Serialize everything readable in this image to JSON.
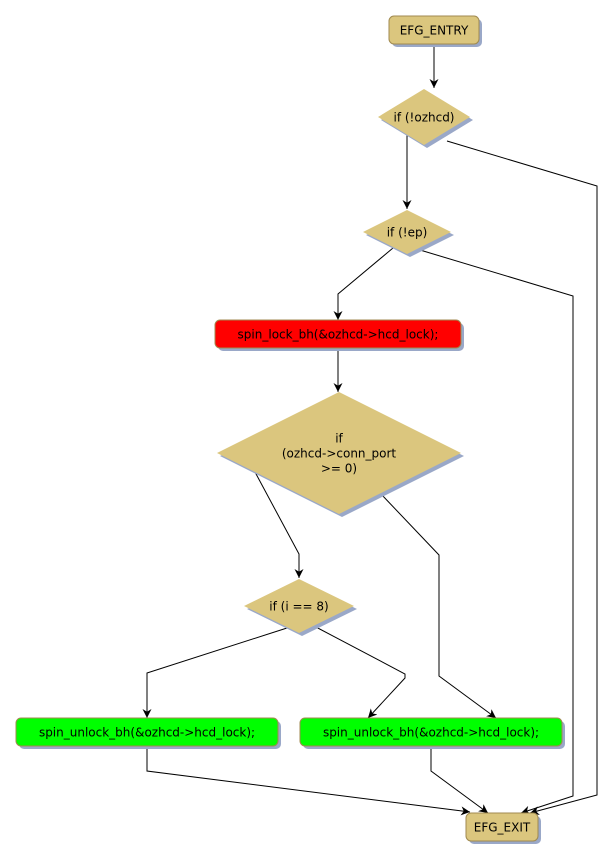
{
  "diagram": {
    "type": "control-flow-graph",
    "colors": {
      "terminal": "#dbc67e",
      "decision": "#dbc67e",
      "lock": "#ff0000",
      "unlock": "#00ff00",
      "edge": "#000000",
      "shadow": "#9aa8c8"
    },
    "nodes": [
      {
        "id": "entry",
        "kind": "terminal",
        "lines": [
          "EFG_ENTRY"
        ]
      },
      {
        "id": "if_ozhcd",
        "kind": "decision",
        "lines": [
          "if (!ozhcd)"
        ]
      },
      {
        "id": "if_ep",
        "kind": "decision",
        "lines": [
          "if (!ep)"
        ]
      },
      {
        "id": "spin_lock",
        "kind": "lock",
        "lines": [
          "spin_lock_bh(&ozhcd->hcd_lock);"
        ]
      },
      {
        "id": "if_conn_port",
        "kind": "decision",
        "lines": [
          "if",
          "(ozhcd->conn_port",
          ">= 0)"
        ]
      },
      {
        "id": "if_i_eq_8",
        "kind": "decision",
        "lines": [
          "if (i == 8)"
        ]
      },
      {
        "id": "unlock_left",
        "kind": "unlock",
        "lines": [
          "spin_unlock_bh(&ozhcd->hcd_lock);"
        ]
      },
      {
        "id": "unlock_right",
        "kind": "unlock",
        "lines": [
          "spin_unlock_bh(&ozhcd->hcd_lock);"
        ]
      },
      {
        "id": "exit",
        "kind": "terminal",
        "lines": [
          "EFG_EXIT"
        ]
      }
    ],
    "edges": [
      {
        "from": "entry",
        "to": "if_ozhcd"
      },
      {
        "from": "if_ozhcd",
        "to": "if_ep"
      },
      {
        "from": "if_ozhcd",
        "to": "exit"
      },
      {
        "from": "if_ep",
        "to": "spin_lock"
      },
      {
        "from": "if_ep",
        "to": "exit"
      },
      {
        "from": "spin_lock",
        "to": "if_conn_port"
      },
      {
        "from": "if_conn_port",
        "to": "if_i_eq_8"
      },
      {
        "from": "if_conn_port",
        "to": "unlock_right"
      },
      {
        "from": "if_i_eq_8",
        "to": "unlock_left"
      },
      {
        "from": "if_i_eq_8",
        "to": "unlock_right"
      },
      {
        "from": "unlock_left",
        "to": "exit"
      },
      {
        "from": "unlock_right",
        "to": "exit"
      }
    ]
  }
}
